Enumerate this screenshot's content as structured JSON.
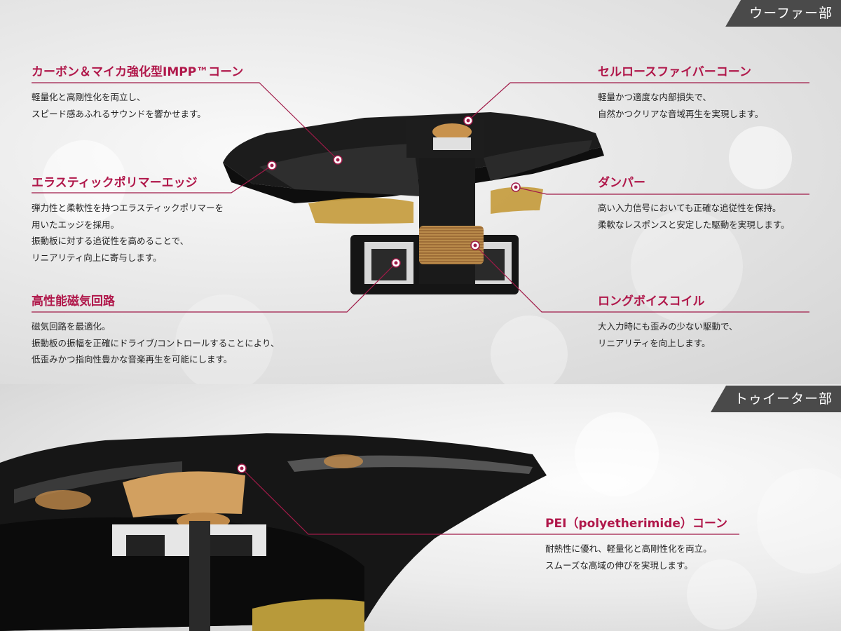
{
  "woofer": {
    "tag": "ウーファー部",
    "features": [
      {
        "title": "カーボン＆マイカ強化型IMPP™コーン",
        "desc": [
          "軽量化と高剛性化を両立し、",
          "スピード感あふれるサウンドを響かせます。"
        ]
      },
      {
        "title": "エラスティックポリマーエッジ",
        "desc": [
          "弾力性と柔軟性を持つエラスティックポリマーを",
          "用いたエッジを採用。",
          "振動板に対する追従性を高めることで、",
          "リニアリティ向上に寄与します。"
        ]
      },
      {
        "title": "高性能磁気回路",
        "desc": [
          "磁気回路を最適化。",
          "振動板の振幅を正確にドライブ/コントロールすることにより、",
          "低歪みかつ指向性豊かな音楽再生を可能にします。"
        ]
      },
      {
        "title": "セルロースファイバーコーン",
        "desc": [
          "軽量かつ適度な内部損失で、",
          "自然かつクリアな音域再生を実現します。"
        ]
      },
      {
        "title": "ダンパー",
        "desc": [
          "高い入力信号においても正確な追従性を保持。",
          "柔軟なレスポンスと安定した駆動を実現します。"
        ]
      },
      {
        "title": "ロングボイスコイル",
        "desc": [
          "大入力時にも歪みの少ない駆動で、",
          "リニアリティを向上します。"
        ]
      }
    ]
  },
  "tweeter": {
    "tag": "トゥイーター部",
    "features": [
      {
        "title": "PEI（polyetherimide）コーン",
        "desc": [
          "耐熱性に優れ、軽量化と高剛性化を両立。",
          "スムーズな高域の伸びを実現します。"
        ]
      }
    ]
  },
  "colors": {
    "accent": "#b0174a",
    "tag_bg": "#4a4a4a",
    "text": "#222222"
  }
}
